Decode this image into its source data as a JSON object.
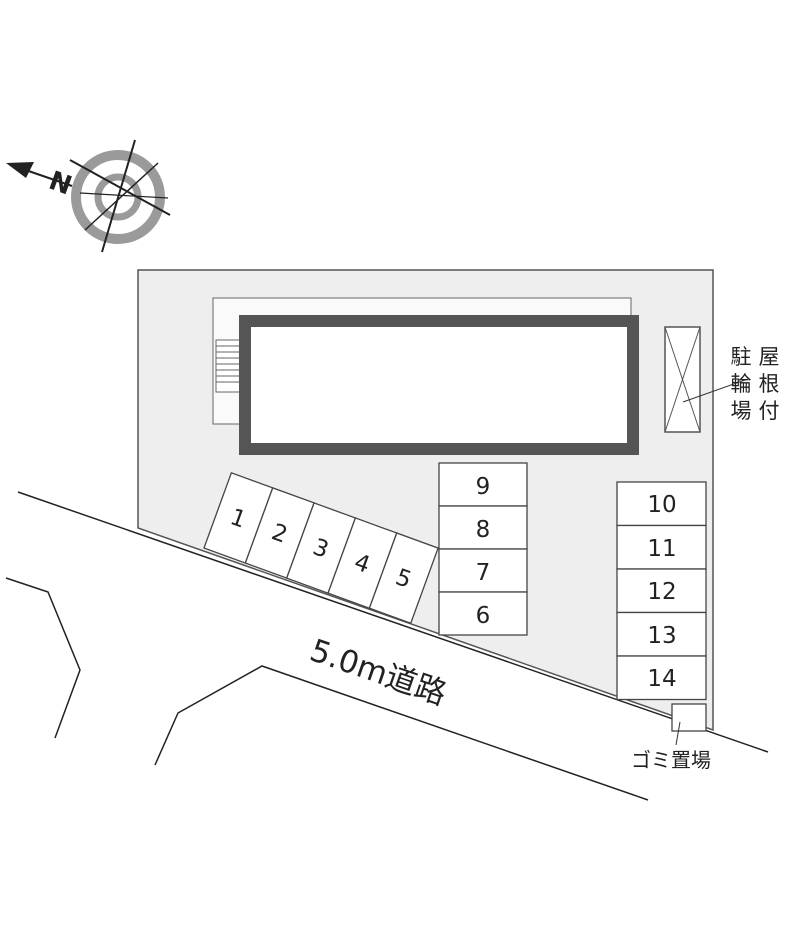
{
  "compass": {
    "north_label": "N"
  },
  "bike_parking_label": [
    "駐",
    "輪",
    "場"
  ],
  "roofed_label": [
    "屋",
    "根",
    "付"
  ],
  "road_label": "5.0m道路",
  "garbage_label": "ゴミ置場",
  "parking_slots": {
    "angled": [
      "1",
      "2",
      "3",
      "4",
      "5"
    ],
    "center_column": [
      "9",
      "8",
      "7",
      "6"
    ],
    "right_column": [
      "10",
      "11",
      "12",
      "13",
      "14"
    ]
  },
  "colors": {
    "lot_fill": "#eeeeee",
    "building_border": "#555555",
    "line": "#333333",
    "compass_gray": "#9a9a9a"
  }
}
